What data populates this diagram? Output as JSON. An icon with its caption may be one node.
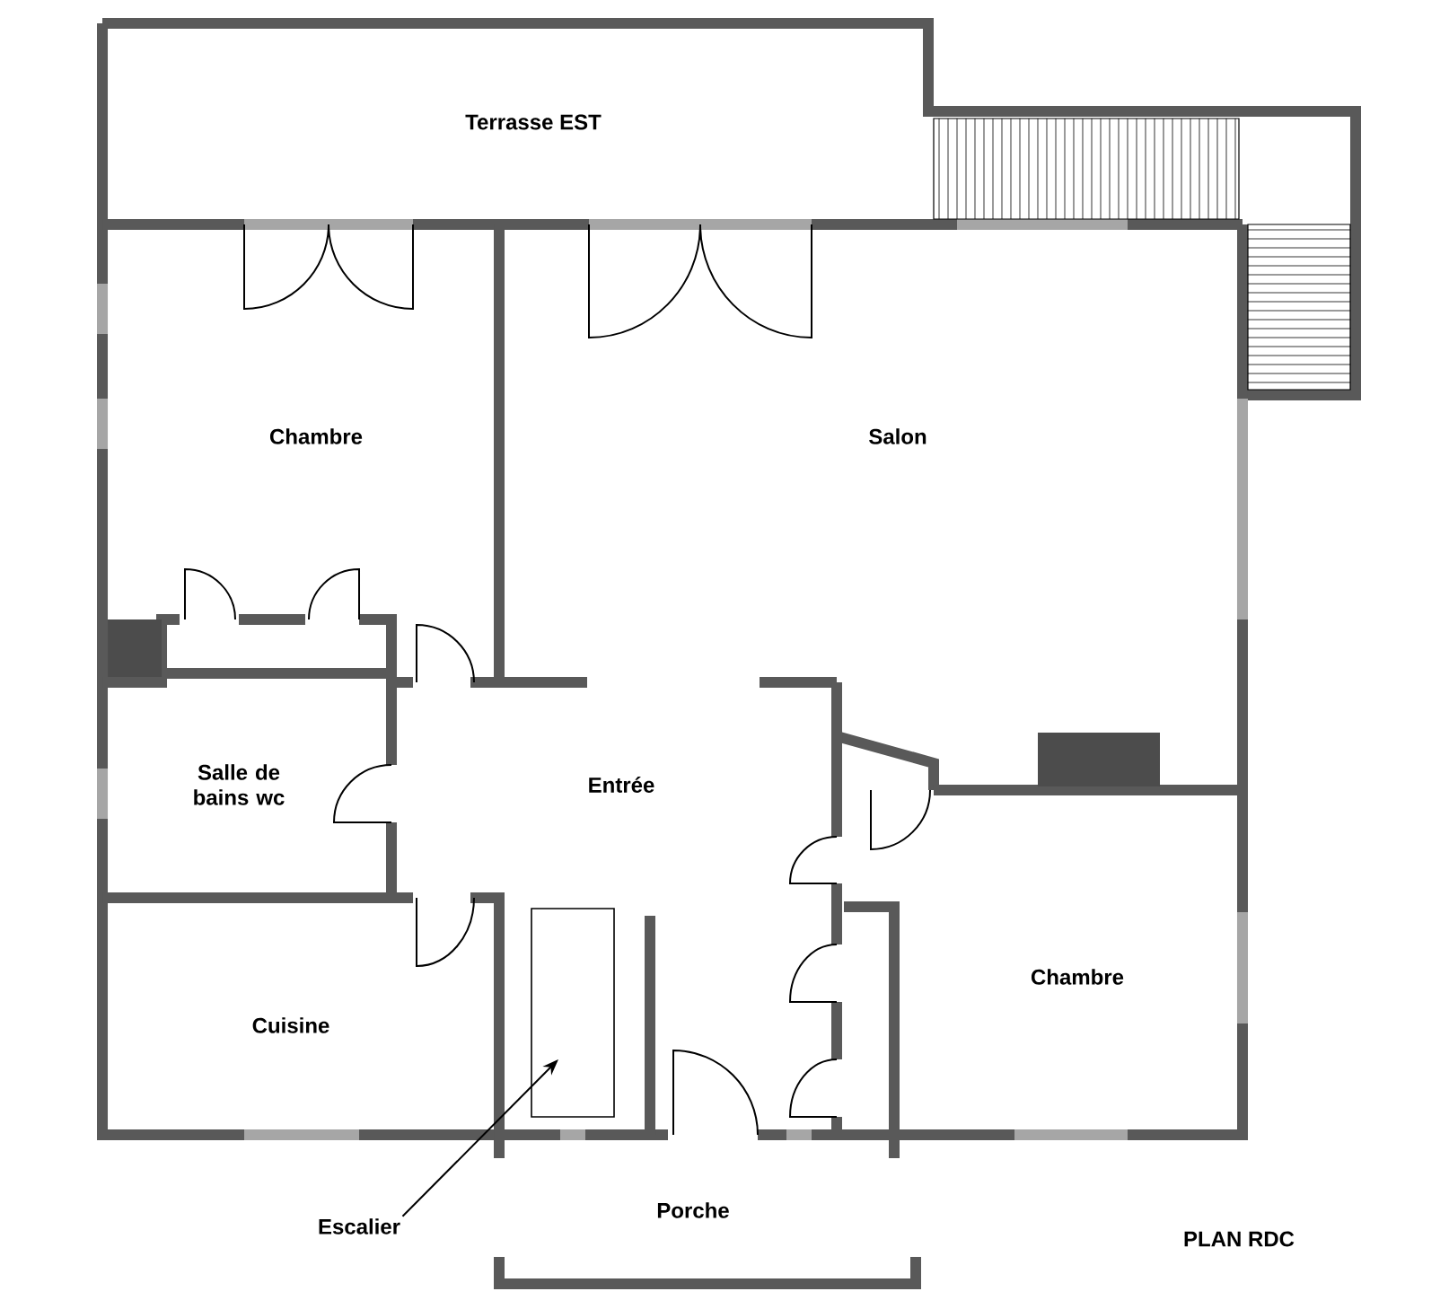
{
  "diagram": {
    "nodes": [
      {
        "text": [
          "Terrasse EST"
        ]
      },
      {
        "text": [
          "Chambre"
        ]
      },
      {
        "text": [
          "Salon"
        ]
      },
      {
        "text": [
          "Salle de bains wc"
        ]
      },
      {
        "text": [
          "Entrée"
        ]
      },
      {
        "text": [
          "Cuisine"
        ]
      },
      {
        "text": [
          "Chambre"
        ]
      },
      {
        "text": [
          "Escalier"
        ]
      },
      {
        "text": [
          "Porche"
        ]
      },
      {
        "text": [],
        "shape": "box"
      }
    ],
    "edges": [
      {
        "from": 7,
        "to": 9,
        "arrow": "to"
      }
    ],
    "labels": [
      "PLAN RDC"
    ]
  }
}
